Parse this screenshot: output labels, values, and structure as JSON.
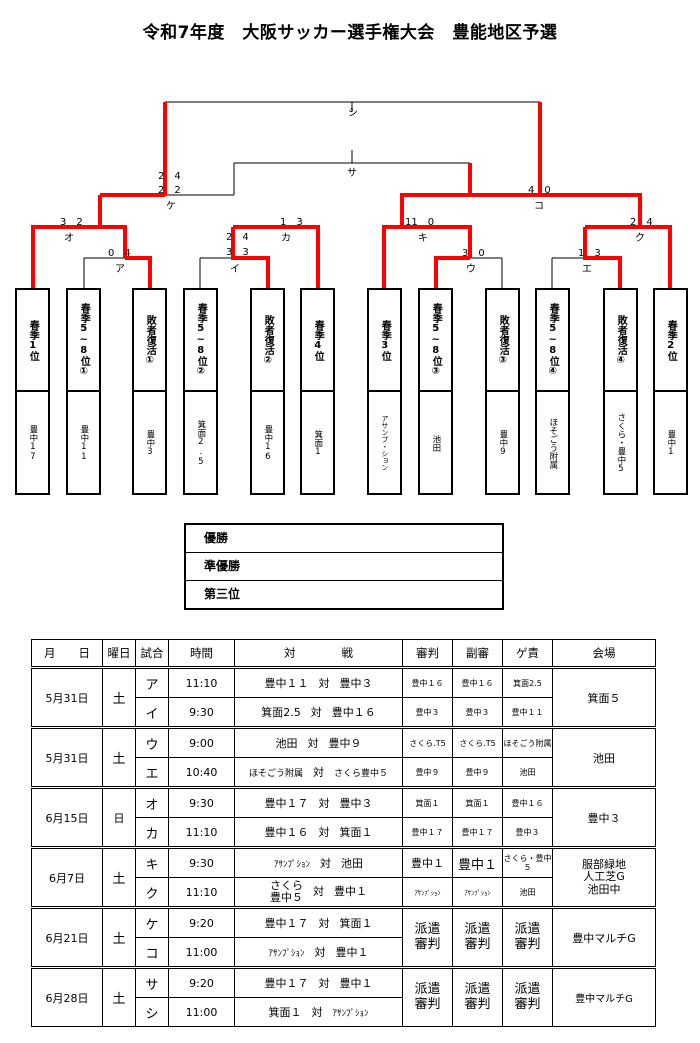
{
  "title": "令和7年度　大阪サッカー選手権大会　豊能地区予選",
  "bracket": {
    "match_labels": {
      "shi": "シ",
      "sa": "サ",
      "ke": "ケ",
      "ko": "コ",
      "o": "オ",
      "a": "ア",
      "ka": "カ",
      "i": "イ",
      "ki": "キ",
      "u": "ウ",
      "ku": "ク",
      "e": "エ"
    },
    "scores": {
      "ke": [
        "2　4",
        "2　2"
      ],
      "ko": "4　0",
      "o": "3　2",
      "a": "0　4",
      "ka": "1　3",
      "i": [
        "2　4",
        "3　3"
      ],
      "ki": "11　0",
      "u": "3　0",
      "ku": "2　4",
      "e": "1　3"
    },
    "teams": [
      {
        "seed": "春季1位",
        "name": "豊中17"
      },
      {
        "seed": "春季5~8位①",
        "name": "豊中11"
      },
      {
        "seed": "敗者復活①",
        "name": "豊中3"
      },
      {
        "seed": "春季5~8位②",
        "name": "箕面2.5"
      },
      {
        "seed": "敗者復活②",
        "name": "豊中16"
      },
      {
        "seed": "春季4位",
        "name": "箕面1"
      },
      {
        "seed": "春季3位",
        "name": "アサンプ・ション"
      },
      {
        "seed": "春季5~8位③",
        "name": "池田"
      },
      {
        "seed": "敗者復活③",
        "name": "豊中9"
      },
      {
        "seed": "春季5~8位④",
        "name": "ほそごう附属"
      },
      {
        "seed": "敗者復活④",
        "name": "さくら・豊中5"
      },
      {
        "seed": "春季2位",
        "name": "豊中1"
      }
    ]
  },
  "results": {
    "first": "優勝",
    "second": "準優勝",
    "third": "第三位"
  },
  "schedule": {
    "headers": [
      "月　　日",
      "曜日",
      "試合",
      "時間",
      "対　　　　戦",
      "審判",
      "副審",
      "ゲ責",
      "会場"
    ],
    "vs": "対",
    "rows": [
      {
        "date": "5月31日",
        "day": "土",
        "match": "ア",
        "time": "11:10",
        "home": "豊中１１",
        "away": "豊中３",
        "ref": "豊中１６",
        "aref": "豊中１６",
        "gm": "箕面2.5",
        "venue": "箕面５"
      },
      {
        "match": "イ",
        "time": "9:30",
        "home": "箕面2.5",
        "away": "豊中１６",
        "ref": "豊中３",
        "aref": "豊中３",
        "gm": "豊中１１"
      },
      {
        "date": "5月31日",
        "day": "土",
        "match": "ウ",
        "time": "9:00",
        "home": "池田",
        "away": "豊中９",
        "ref": "さくら.T5",
        "aref": "さくら.T5",
        "gm": "ほそごう附属",
        "venue": "池田"
      },
      {
        "match": "エ",
        "time": "10:40",
        "home": "ほそごう附属",
        "away": "さくら豊中５",
        "ref": "豊中９",
        "aref": "豊中９",
        "gm": "池田"
      },
      {
        "date": "6月15日",
        "day": "日",
        "match": "オ",
        "time": "9:30",
        "home": "豊中１７",
        "away": "豊中３",
        "ref": "箕面１",
        "aref": "箕面１",
        "gm": "豊中１６",
        "venue": "豊中３"
      },
      {
        "match": "カ",
        "time": "11:10",
        "home": "豊中１６",
        "away": "箕面１",
        "ref": "豊中１７",
        "aref": "豊中１７",
        "gm": "豊中３"
      },
      {
        "date": "6月7日",
        "day": "土",
        "match": "キ",
        "time": "9:30",
        "home": "ｱｻﾝﾌﾟｼｮﾝ",
        "away": "池田",
        "ref": "豊中１",
        "aref": "豊中１",
        "gm": "さくら・豊中５",
        "venue": "服部緑地\n人工芝G\n池田中"
      },
      {
        "match": "ク",
        "time": "11:10",
        "home": "さくら\n豊中５",
        "away": "豊中１",
        "ref": "ｱｻﾝﾌﾟｼｮﾝ",
        "aref": "ｱｻﾝﾌﾟｼｮﾝ",
        "gm": "池田"
      },
      {
        "date": "6月21日",
        "day": "土",
        "match": "ケ",
        "time": "9:20",
        "home": "豊中１７",
        "away": "箕面１",
        "ref": "派遣\n審判",
        "aref": "派遣\n審判",
        "gm": "派遣\n審判",
        "venue": "豊中マルチG"
      },
      {
        "match": "コ",
        "time": "11:00",
        "home": "ｱｻﾝﾌﾟｼｮﾝ",
        "away": "豊中１"
      },
      {
        "date": "6月28日",
        "day": "土",
        "match": "サ",
        "time": "9:20",
        "home": "豊中１７",
        "away": "豊中１",
        "ref": "派遣\n審判",
        "aref": "派遣\n審判",
        "gm": "派遣\n審判",
        "venue": "豊中マルチG"
      },
      {
        "match": "シ",
        "time": "11:00",
        "home": "箕面１",
        "away": "ｱｻﾝﾌﾟｼｮﾝ"
      }
    ]
  },
  "colors": {
    "winner_line": "#ff0000",
    "line": "#000000"
  }
}
